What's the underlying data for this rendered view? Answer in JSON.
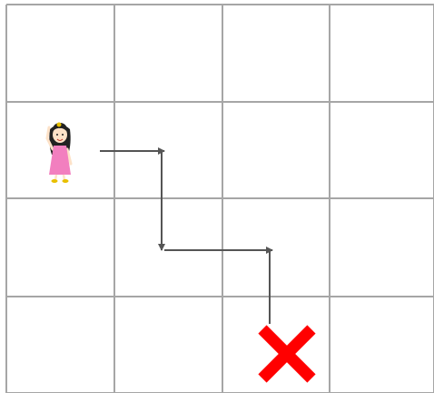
{
  "puzzle": {
    "grid": {
      "rows": 4,
      "cols": 4
    },
    "start": {
      "row": 1,
      "col": 0,
      "icon": "girl-character-icon"
    },
    "target": {
      "row": 3,
      "col": 2,
      "icon": "red-x-icon",
      "color": "#ff0000"
    },
    "path": [
      {
        "direction": "right",
        "steps": 1
      },
      {
        "direction": "down",
        "steps": 1
      },
      {
        "direction": "right",
        "steps": 1
      },
      {
        "direction": "down",
        "steps": 1
      }
    ],
    "colors": {
      "grid_line": "#a6a6a6",
      "arrow": "#555555",
      "dress": "#f27fbf",
      "hair": "#222222",
      "skin": "#fde2c8",
      "shoes": "#e8c000"
    }
  }
}
